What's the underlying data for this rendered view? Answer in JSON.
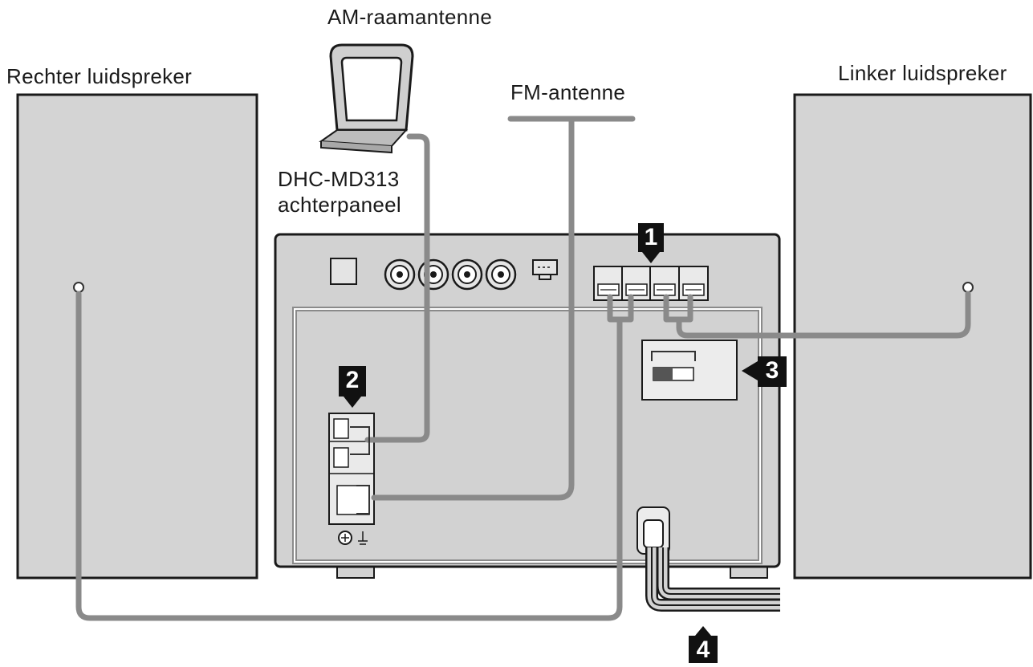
{
  "labels": {
    "am_antenna": "AM-raamantenne",
    "fm_antenna": "FM-antenne",
    "right_speaker": "Rechter luidspreker",
    "left_speaker": "Linker luidspreker",
    "model": "DHC-MD313",
    "rear_panel": "achterpaneel"
  },
  "callouts": [
    "1",
    "2",
    "3",
    "4"
  ],
  "colors": {
    "panel_fill": "#d2d2d2",
    "speaker_fill": "#d4d4d4",
    "outline": "#1a1a1a",
    "cable": "#8a8a8a"
  }
}
